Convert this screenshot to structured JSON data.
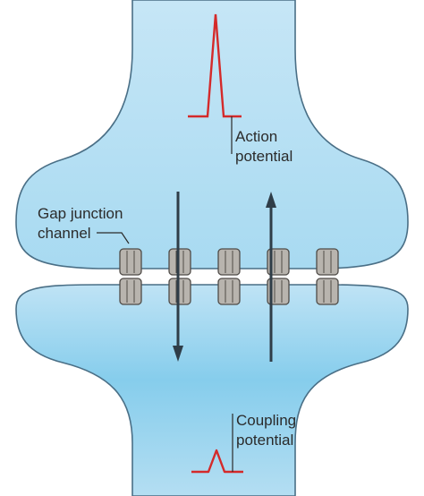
{
  "labels": {
    "action_potential": [
      "Action",
      "potential"
    ],
    "gap_junction_channel": [
      "Gap junction",
      "channel"
    ],
    "coupling_potential": [
      "Coupling",
      "potential"
    ]
  },
  "colors": {
    "cell_fill": "#bfe3f5",
    "cell_fill_dark": "#6cc0e6",
    "membrane": "#4a6f86",
    "spike": "#d42a2a",
    "arrow": "#2f3d48",
    "channel_fill": "#b8b4ae",
    "channel_stroke": "#4f4b47",
    "text": "#2b2b2b"
  },
  "channels": {
    "count": 5
  },
  "arrows": [
    {
      "direction": "down"
    },
    {
      "direction": "up"
    }
  ]
}
